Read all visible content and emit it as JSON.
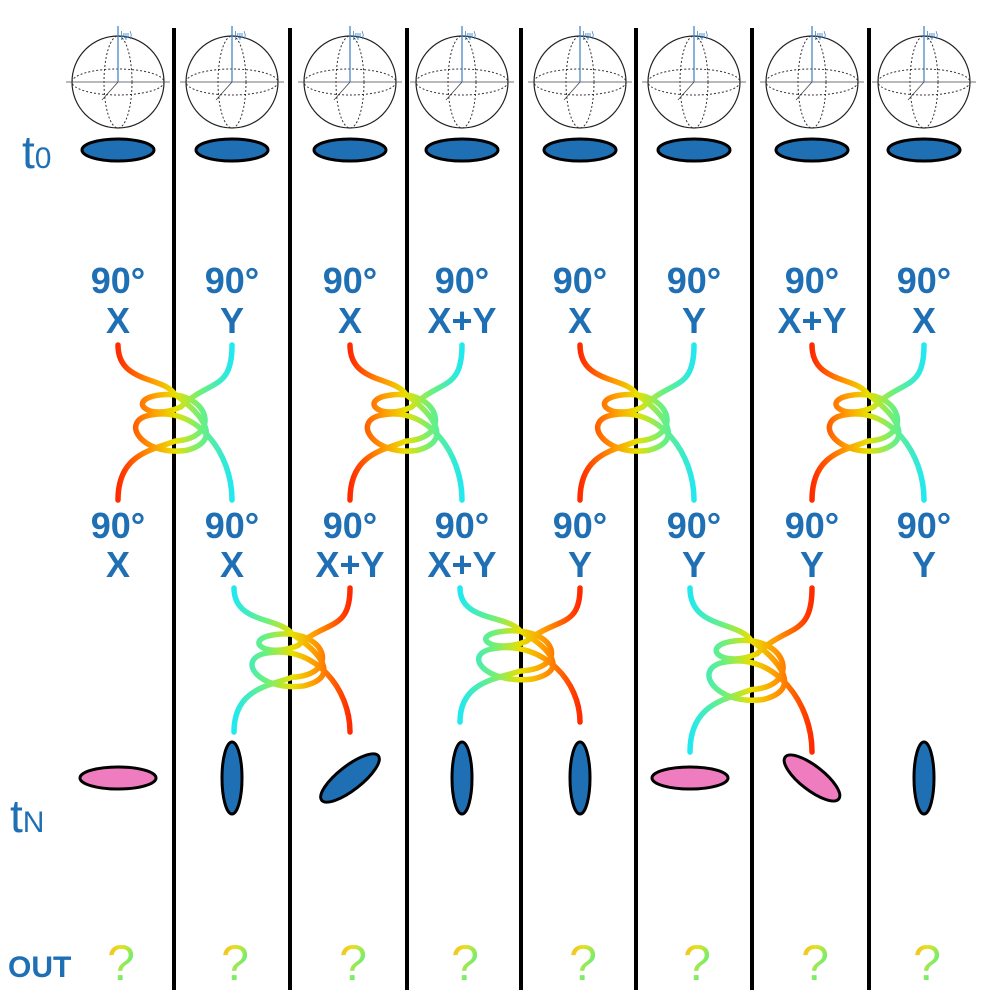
{
  "rows": {
    "t0": {
      "main": "t",
      "sub": "0"
    },
    "tN": {
      "main": "t",
      "sub": "N"
    },
    "out": "OUT"
  },
  "sphere_label": "|ψ⟩",
  "columns": [
    {
      "top": {
        "angle": "90°",
        "axis": "X"
      },
      "bottom": {
        "angle": "90°",
        "axis": "X"
      },
      "final_state": {
        "color": "#f07cc0",
        "orientation": "horizontal"
      },
      "output": "?"
    },
    {
      "top": {
        "angle": "90°",
        "axis": "Y"
      },
      "bottom": {
        "angle": "90°",
        "axis": "X"
      },
      "final_state": {
        "color": "#1f6fb5",
        "orientation": "vertical"
      },
      "output": "?"
    },
    {
      "top": {
        "angle": "90°",
        "axis": "X"
      },
      "bottom": {
        "angle": "90°",
        "axis": "X+Y"
      },
      "final_state": {
        "color": "#1f6fb5",
        "orientation": "diagonal-up"
      },
      "output": "?"
    },
    {
      "top": {
        "angle": "90°",
        "axis": "X+Y"
      },
      "bottom": {
        "angle": "90°",
        "axis": "X+Y"
      },
      "final_state": {
        "color": "#1f6fb5",
        "orientation": "vertical"
      },
      "output": "?"
    },
    {
      "top": {
        "angle": "90°",
        "axis": "X"
      },
      "bottom": {
        "angle": "90°",
        "axis": "Y"
      },
      "final_state": {
        "color": "#1f6fb5",
        "orientation": "vertical"
      },
      "output": "?"
    },
    {
      "top": {
        "angle": "90°",
        "axis": "Y"
      },
      "bottom": {
        "angle": "90°",
        "axis": "Y"
      },
      "final_state": {
        "color": "#f07cc0",
        "orientation": "horizontal"
      },
      "output": "?"
    },
    {
      "top": {
        "angle": "90°",
        "axis": "X+Y"
      },
      "bottom": {
        "angle": "90°",
        "axis": "Y"
      },
      "final_state": {
        "color": "#f07cc0",
        "orientation": "diagonal-down"
      },
      "output": "?"
    },
    {
      "top": {
        "angle": "90°",
        "axis": "X"
      },
      "bottom": {
        "angle": "90°",
        "axis": "Y"
      },
      "final_state": {
        "color": "#1f6fb5",
        "orientation": "vertical"
      },
      "output": "?"
    }
  ],
  "initial_state_color": "#1f6fb5",
  "colors": {
    "label": "#1f6fb5",
    "divider": "#000000"
  }
}
